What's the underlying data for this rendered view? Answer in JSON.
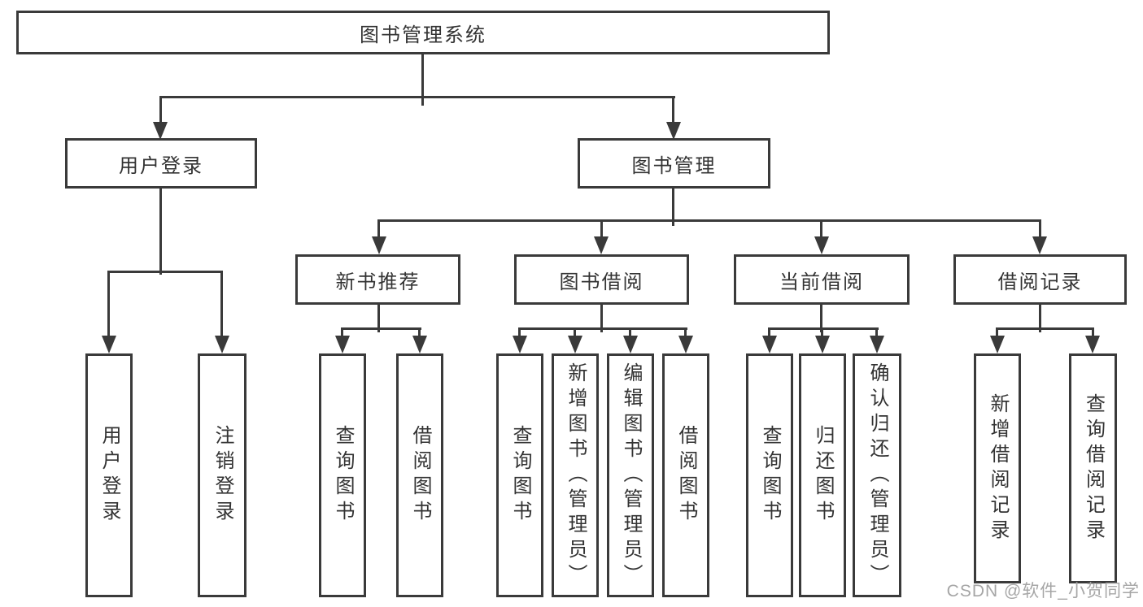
{
  "tree": {
    "root": {
      "label": "图书管理系统"
    },
    "branches": [
      {
        "label": "用户登录",
        "children": [
          {
            "label": "用户登录"
          },
          {
            "label": "注销登录"
          }
        ]
      },
      {
        "label": "图书管理",
        "children": [
          {
            "label": "新书推荐",
            "children": [
              {
                "label": "查询图书"
              },
              {
                "label": "借阅图书"
              }
            ]
          },
          {
            "label": "图书借阅",
            "children": [
              {
                "label": "查询图书"
              },
              {
                "label": "新增图书（管理员）"
              },
              {
                "label": "编辑图书（管理员）"
              },
              {
                "label": "借阅图书"
              }
            ]
          },
          {
            "label": "当前借阅",
            "children": [
              {
                "label": "查询图书"
              },
              {
                "label": "归还图书"
              },
              {
                "label": "确认归还（管理员）"
              }
            ]
          },
          {
            "label": "借阅记录",
            "children": [
              {
                "label": "新增借阅记录"
              },
              {
                "label": "查询借阅记录"
              }
            ]
          }
        ]
      }
    ]
  },
  "watermark": {
    "text": "CSDN @软件_小贺同学"
  },
  "colors": {
    "line": "#3a3a3a",
    "text": "#333333",
    "background": "#ffffff",
    "watermark": "#a6a6a6"
  }
}
